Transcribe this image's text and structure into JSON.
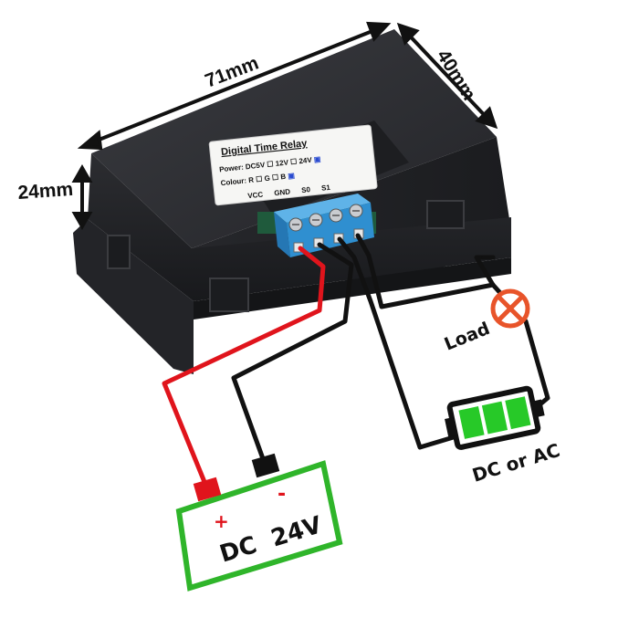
{
  "dimensions": {
    "width_label": "71mm",
    "depth_label": "40mm",
    "height_label": "24mm"
  },
  "module_label": {
    "title": "Digital Time Relay",
    "power_prefix": "Power:",
    "power_options": [
      "DC5V",
      "12V",
      "24V"
    ],
    "power_selected": "24V",
    "colour_prefix": "Colour:",
    "colour_options": [
      "R",
      "G",
      "B"
    ],
    "colour_selected": "B",
    "terminals": [
      "VCC",
      "GND",
      "S0",
      "S1"
    ]
  },
  "load_label": "Load",
  "source_label": "DC or AC",
  "psu": {
    "plus": "+",
    "minus": "-",
    "label": "DC  24V"
  },
  "colors": {
    "housing": "#2e2f33",
    "terminal_block": "#2f8fd0",
    "positive_wire": "#e0141c",
    "negative_wire": "#111111",
    "psu_outline": "#2fb52a",
    "battery_fill": "#27c928",
    "load_mark": "#e8542a"
  }
}
